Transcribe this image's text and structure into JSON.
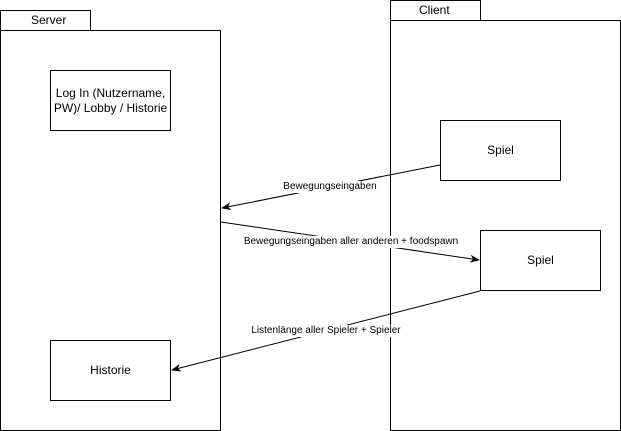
{
  "server": {
    "title": "Server",
    "login_box": "Log In (Nutzername, PW)/ Lobby / Historie",
    "history_box": "Historie"
  },
  "client": {
    "title": "Client",
    "game_box_top": "Spiel",
    "game_box_bottom": "Spiel"
  },
  "edges": {
    "client_to_server_moves": "Bewegungseingaben",
    "server_to_client_moves": "Bewegungseingaben aller anderen + foodspawn",
    "client_to_server_listlength": "Listenlänge aller Spieler + Spieler"
  },
  "colors": {
    "stroke": "#000000",
    "background": "#ffffff"
  }
}
